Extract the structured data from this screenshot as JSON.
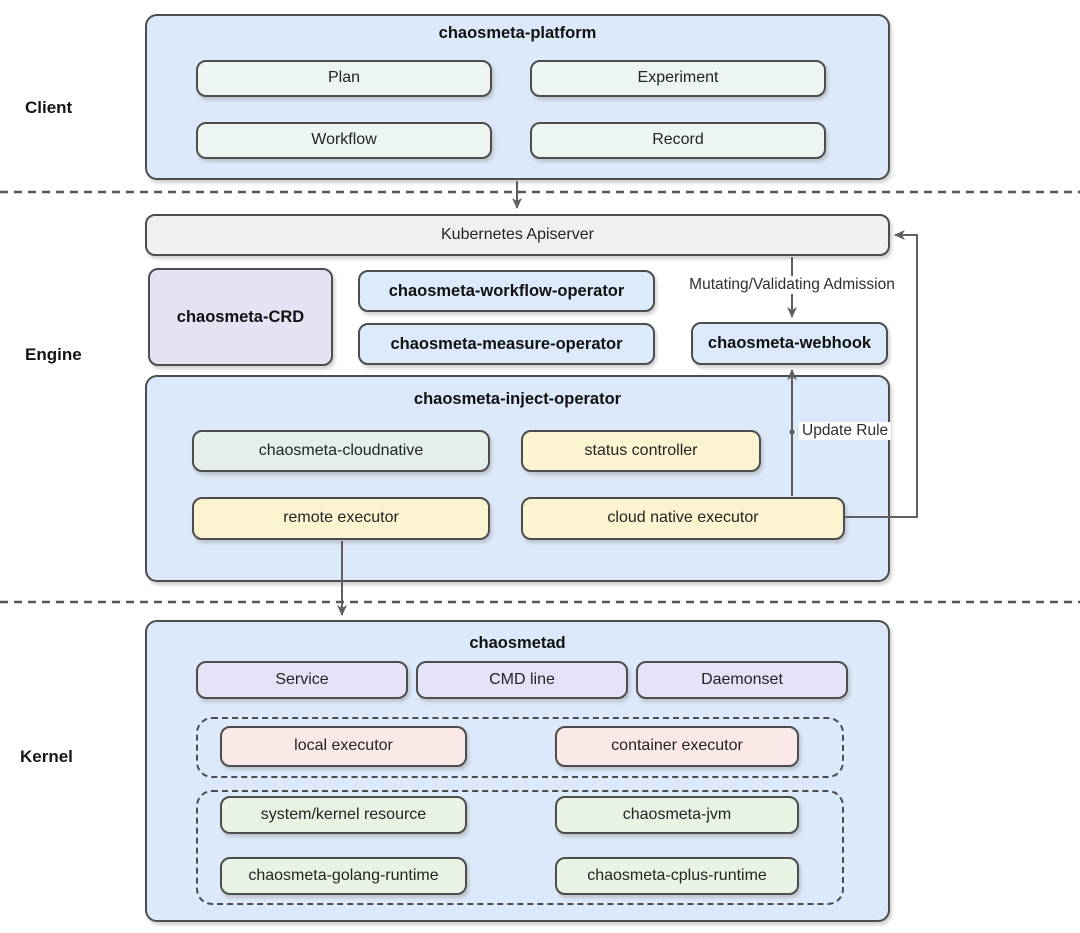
{
  "client": {
    "label": "Client",
    "platform": {
      "title": "chaosmeta-platform",
      "plan": "Plan",
      "experiment": "Experiment",
      "workflow": "Workflow",
      "record": "Record"
    }
  },
  "engine": {
    "label": "Engine",
    "apiserver": "Kubernetes Apiserver",
    "crd": "chaosmeta-CRD",
    "workflow_operator": "chaosmeta-workflow-operator",
    "measure_operator": "chaosmeta-measure-operator",
    "webhook": "chaosmeta-webhook",
    "admission_label": "Mutating/Validating Admission",
    "update_rule_label": "Update Rule",
    "inject_operator": {
      "title": "chaosmeta-inject-operator",
      "cloudnative": "chaosmeta-cloudnative",
      "status_controller": "status controller",
      "remote_executor": "remote executor",
      "cloud_native_executor": "cloud native executor"
    }
  },
  "kernel": {
    "label": "Kernel",
    "chaosmetad": {
      "title": "chaosmetad",
      "service": "Service",
      "cmd_line": "CMD line",
      "daemonset": "Daemonset",
      "local_executor": "local executor",
      "container_executor": "container executor",
      "system_kernel_resource": "system/kernel resource",
      "jvm": "chaosmeta-jvm",
      "golang_runtime": "chaosmeta-golang-runtime",
      "cplus_runtime": "chaosmeta-cplus-runtime"
    }
  },
  "colors": {
    "container_blue": "#dce9fa",
    "node_blue": "#dcebfc",
    "mint": "#edf5f0",
    "gray": "#eff1ee",
    "crd_purple": "#e6e2f4",
    "lavender": "#e7e2f7",
    "yellow": "#fcf3d0",
    "soft_green": "#e3efe8",
    "green": "#e8f3e4",
    "pink": "#fbe9e7",
    "border": "#4d4d4d",
    "connector": "#5f5f5f"
  }
}
